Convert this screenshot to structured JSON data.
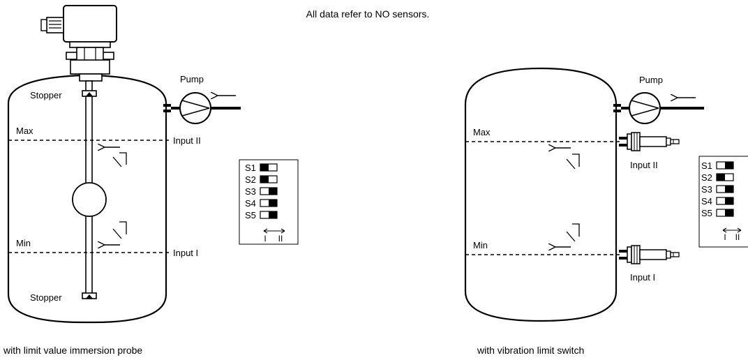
{
  "header_note": "All data refer to NO sensors.",
  "left_diagram": {
    "caption": "with limit value immersion probe",
    "pump_label": "Pump",
    "stopper_top": "Stopper",
    "stopper_bottom": "Stopper",
    "max_label": "Max",
    "min_label": "Min",
    "input_upper": "Input II",
    "input_lower": "Input I"
  },
  "right_diagram": {
    "caption": "with vibration limit switch",
    "pump_label": "Pump",
    "max_label": "Max",
    "min_label": "Min",
    "input_upper": "Input II",
    "input_lower": "Input I"
  },
  "dip_left": {
    "switches": [
      {
        "label": "S1",
        "state": "I"
      },
      {
        "label": "S2",
        "state": "I"
      },
      {
        "label": "S3",
        "state": "II"
      },
      {
        "label": "S4",
        "state": "II"
      },
      {
        "label": "S5",
        "state": "II"
      }
    ],
    "pos_i": "I",
    "pos_ii": "II"
  },
  "dip_right": {
    "switches": [
      {
        "label": "S1",
        "state": "II"
      },
      {
        "label": "S2",
        "state": "I"
      },
      {
        "label": "S3",
        "state": "II"
      },
      {
        "label": "S4",
        "state": "II"
      },
      {
        "label": "S5",
        "state": "II"
      }
    ],
    "pos_i": "I",
    "pos_ii": "II"
  }
}
